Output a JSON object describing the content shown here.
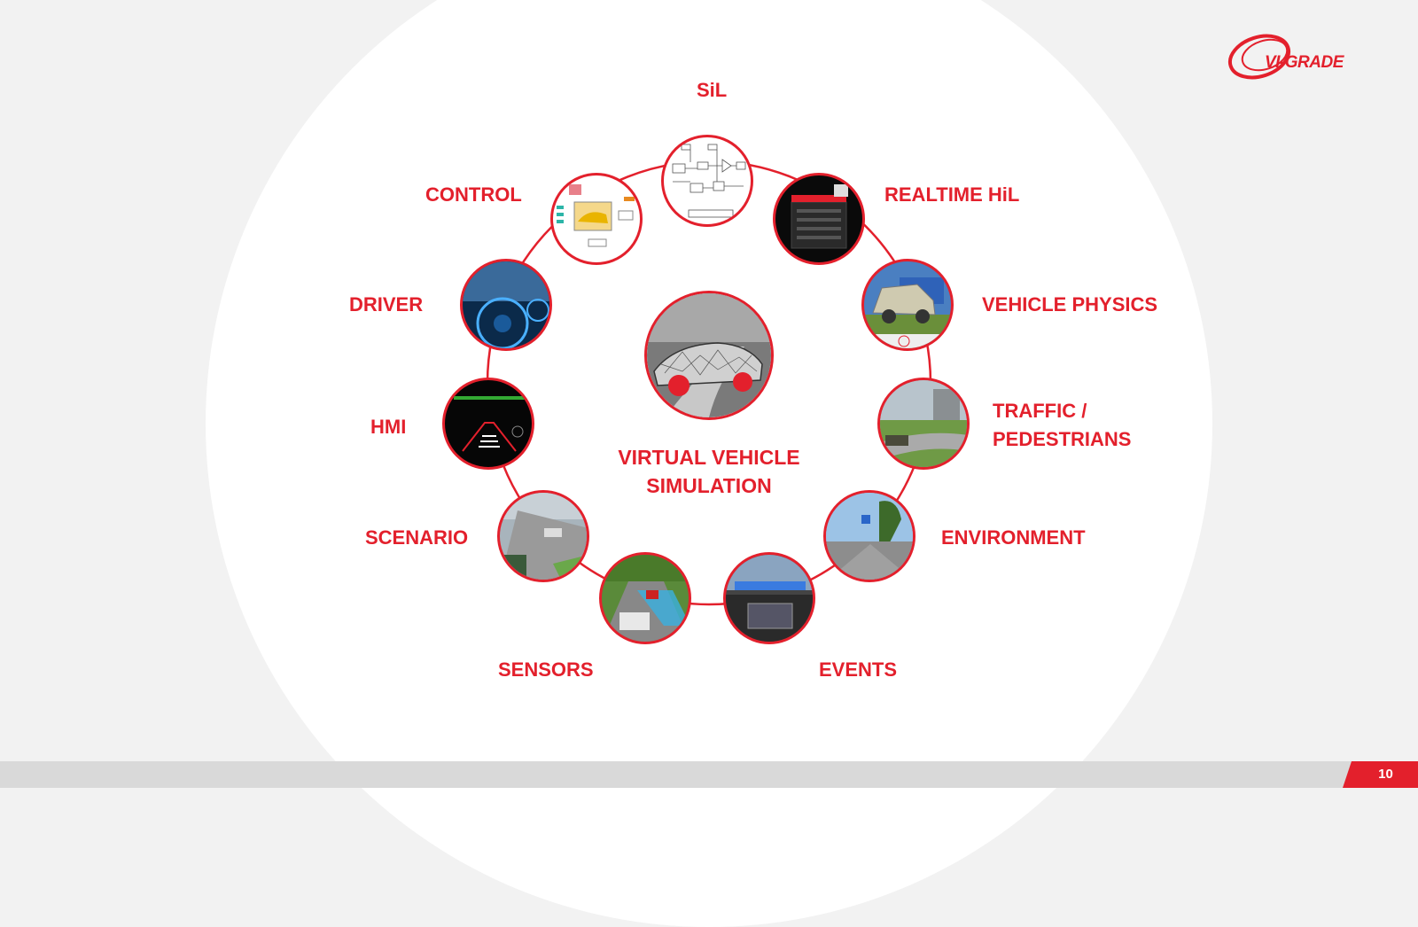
{
  "brand": {
    "logo_text": "VI-GRADE",
    "accent": "#e3202c"
  },
  "diagram": {
    "center": {
      "label_line1": "VIRTUAL VEHICLE",
      "label_line2": "SIMULATION"
    },
    "nodes": [
      {
        "id": "sil",
        "label": "SiL"
      },
      {
        "id": "realtime-hil",
        "label": "REALTIME HiL"
      },
      {
        "id": "vehicle-physics",
        "label": "VEHICLE PHYSICS"
      },
      {
        "id": "traffic",
        "label_line1": "TRAFFIC /",
        "label_line2": "PEDESTRIANS"
      },
      {
        "id": "environment",
        "label": "ENVIRONMENT"
      },
      {
        "id": "events",
        "label": "EVENTS"
      },
      {
        "id": "sensors",
        "label": "SENSORS"
      },
      {
        "id": "scenario",
        "label": "SCENARIO"
      },
      {
        "id": "hmi",
        "label": "HMI"
      },
      {
        "id": "driver",
        "label": "DRIVER"
      },
      {
        "id": "control",
        "label": "CONTROL"
      }
    ]
  },
  "footer": {
    "page_number": "10"
  }
}
